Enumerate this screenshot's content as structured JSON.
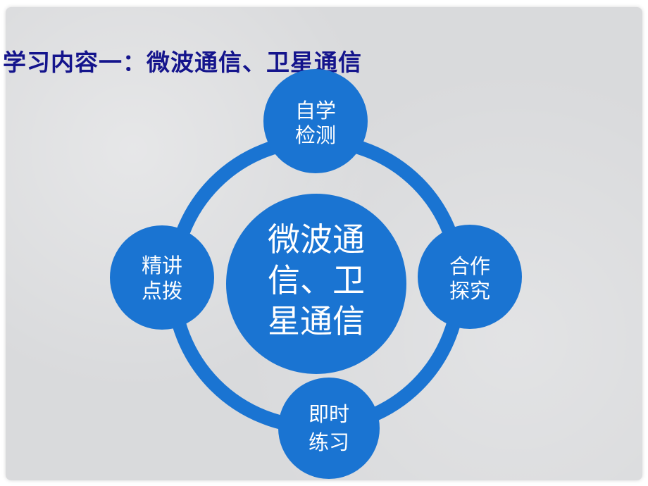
{
  "slide": {
    "title": "学习内容一：微波通信、卫星通信"
  },
  "diagram": {
    "colors": {
      "ring": "#1a74d2",
      "node": "#1a74d2",
      "text": "#ffffff",
      "title": "#14148c"
    },
    "center": {
      "lines": [
        "微波通",
        "信、卫",
        "星通信"
      ]
    },
    "nodes": {
      "top": {
        "lines": [
          "自学",
          "检测"
        ]
      },
      "right": {
        "lines": [
          "合作",
          "探究"
        ]
      },
      "bottom": {
        "lines": [
          "即时",
          "练习"
        ]
      },
      "left": {
        "lines": [
          "精讲",
          "点拨"
        ]
      }
    }
  }
}
